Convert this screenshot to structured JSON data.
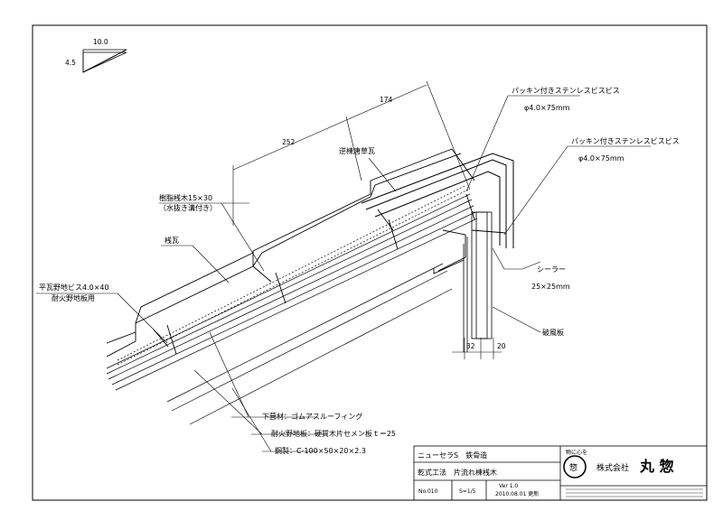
{
  "slope": {
    "run": "10.0",
    "rise": "4.5"
  },
  "dimensions": {
    "d174": "174",
    "d252": "252",
    "d32": "32",
    "d20": "20"
  },
  "labels": {
    "screw_top": "パッキン付きステンレスビスビス",
    "screw_top_size": "φ4.0×75mm",
    "screw_mid": "パッキン付きステンレスビスビス",
    "screw_mid_size": "φ4.0×75mm",
    "gyaku_tile": "逆棟唐草瓦",
    "resin_batten": "樹脂桟木15×30",
    "resin_batten_sub": "（水抜き溝付き）",
    "ridge_tile": "桟瓦",
    "flat_screw": "平瓦野地ビス4.0×40",
    "flat_screw_sub": "耐火野地板用",
    "sealer": "シーラー",
    "sealer_size": "25×25mm",
    "barge_board": "破風板",
    "underlay": "下葺材：ゴムアスルーフィング",
    "fire_board": "耐火野地板：硬質木片セメン板ｔ＝25",
    "steel": "鋼製：C-100×50×20×2.3"
  },
  "title_block": {
    "product": "ニューセラS　鉄骨造",
    "method": "乾式工法　片流れ棟桟木",
    "number": "No.010",
    "scale": "S=1/5",
    "version": "Ver 1.0",
    "date": "2010.08.01 更新",
    "company": "株式会社",
    "company_name": "丸 惣",
    "motto": "物に心を",
    "logo_char": "惣"
  }
}
